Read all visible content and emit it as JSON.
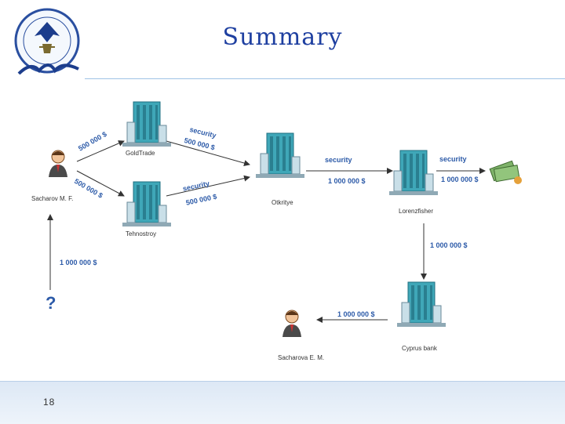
{
  "title": "Summary",
  "page_number": "18",
  "nodes": {
    "sacharov": "Sacharov M. F.",
    "goldtrade": "GoldTrade",
    "tehnostroy": "Tehnostroy",
    "otkritye": "Otkritye",
    "lorenzfisher": "Lorenzfisher",
    "cyprusbank": "Cyprus bank",
    "sacharova": "Sacharova E. M."
  },
  "flows": {
    "sach_gold": "500 000 $",
    "sach_tehno": "500 000 $",
    "gold_otk_label": "security",
    "gold_otk_amount": "500 000 $",
    "tehno_otk_label": "security",
    "tehno_otk_amount": "500 000 $",
    "otk_lor_label": "security",
    "otk_lor_amount": "1 000 000 $",
    "lor_money_label": "security",
    "lor_money_amount": "1 000 000 $",
    "lor_cyprus": "1 000 000 $",
    "cyprus_sacharova": "1 000 000 $",
    "unknown_sach": "1 000 000 $",
    "unknown": "?"
  },
  "colors": {
    "title": "#1e3fa0",
    "amount": "#2c5aa8",
    "building": "#3fa7b8",
    "line": "#9ec3e6"
  }
}
